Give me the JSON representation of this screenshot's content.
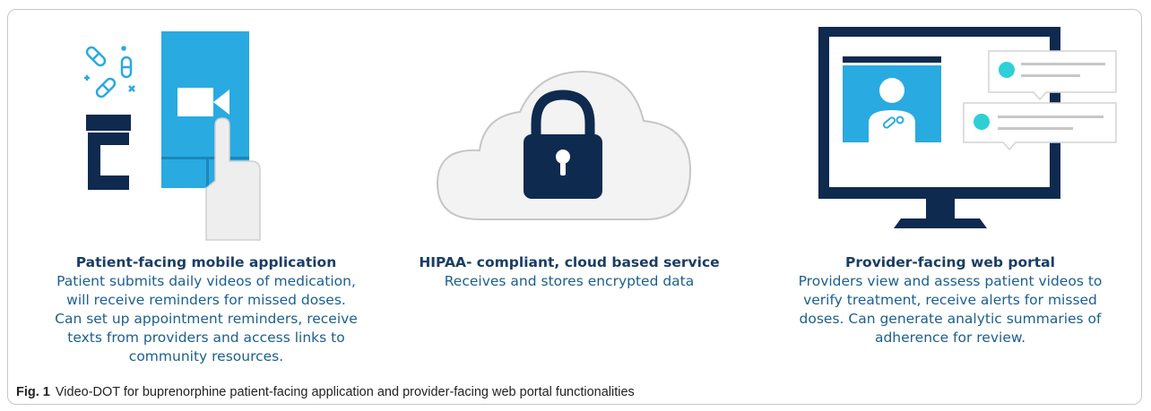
{
  "panels": [
    {
      "heading": "Patient-facing mobile application",
      "lines": [
        "Patient submits daily videos of medication,",
        "will receive reminders for missed doses.",
        "Can set up appointment reminders, receive",
        "texts from providers and access links to",
        "community resources."
      ]
    },
    {
      "heading": "HIPAA- compliant, cloud based service",
      "lines": [
        "Receives and stores encrypted data"
      ]
    },
    {
      "heading": "Provider-facing web portal",
      "lines": [
        "Providers view and assess patient videos to",
        "verify treatment, receive alerts for missed",
        "doses. Can generate analytic summaries of",
        "adherence for review."
      ]
    }
  ],
  "caption": {
    "label": "Fig. 1",
    "text": "Video-DOT for buprenorphine patient-facing application and provider-facing web portal functionalities"
  },
  "icons": {
    "patient": [
      "pills-icon",
      "pill-bottle-icon",
      "phone-icon",
      "video-camera-icon",
      "pointing-hand-icon"
    ],
    "cloud": [
      "cloud-icon",
      "padlock-icon"
    ],
    "provider": [
      "monitor-icon",
      "user-avatar-icon",
      "chat-bubble-icon"
    ]
  },
  "colors": {
    "light_blue": "#29aae1",
    "navy": "#0f2a4f",
    "teal_dot": "#2fcfd6",
    "heading": "#1a3d66",
    "body_text": "#1b5f8f"
  }
}
